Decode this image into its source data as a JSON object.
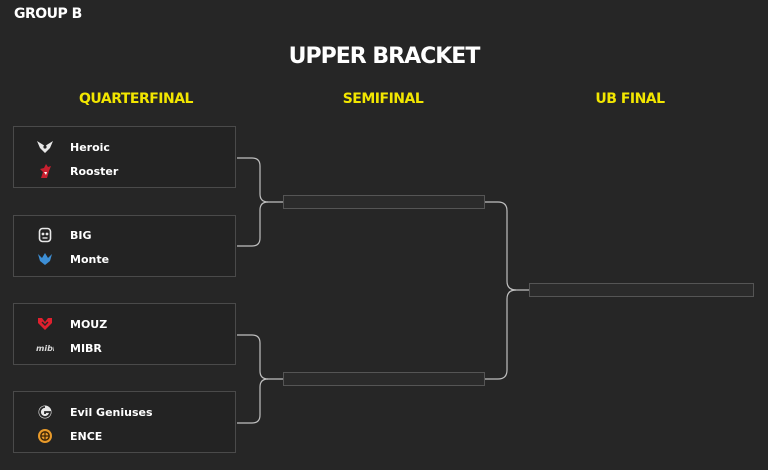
{
  "header": {
    "group": "GROUP B",
    "title": "UPPER BRACKET"
  },
  "rounds": [
    "QUARTERFINAL",
    "SEMIFINAL",
    "UB FINAL"
  ],
  "quarterfinals": [
    {
      "teams": [
        {
          "name": "Heroic",
          "logo": "heroic-logo"
        },
        {
          "name": "Rooster",
          "logo": "rooster-logo"
        }
      ]
    },
    {
      "teams": [
        {
          "name": "BIG",
          "logo": "big-logo"
        },
        {
          "name": "Monte",
          "logo": "monte-logo"
        }
      ]
    },
    {
      "teams": [
        {
          "name": "MOUZ",
          "logo": "mouz-logo"
        },
        {
          "name": "MIBR",
          "logo": "mibr-logo"
        }
      ]
    },
    {
      "teams": [
        {
          "name": "Evil Geniuses",
          "logo": "evil-geniuses-logo"
        },
        {
          "name": "ENCE",
          "logo": "ence-logo"
        }
      ]
    }
  ],
  "colors": {
    "accent": "#f2e600",
    "background": "#262626",
    "border": "#4a4a4a",
    "connector": "#bfbfbf"
  }
}
